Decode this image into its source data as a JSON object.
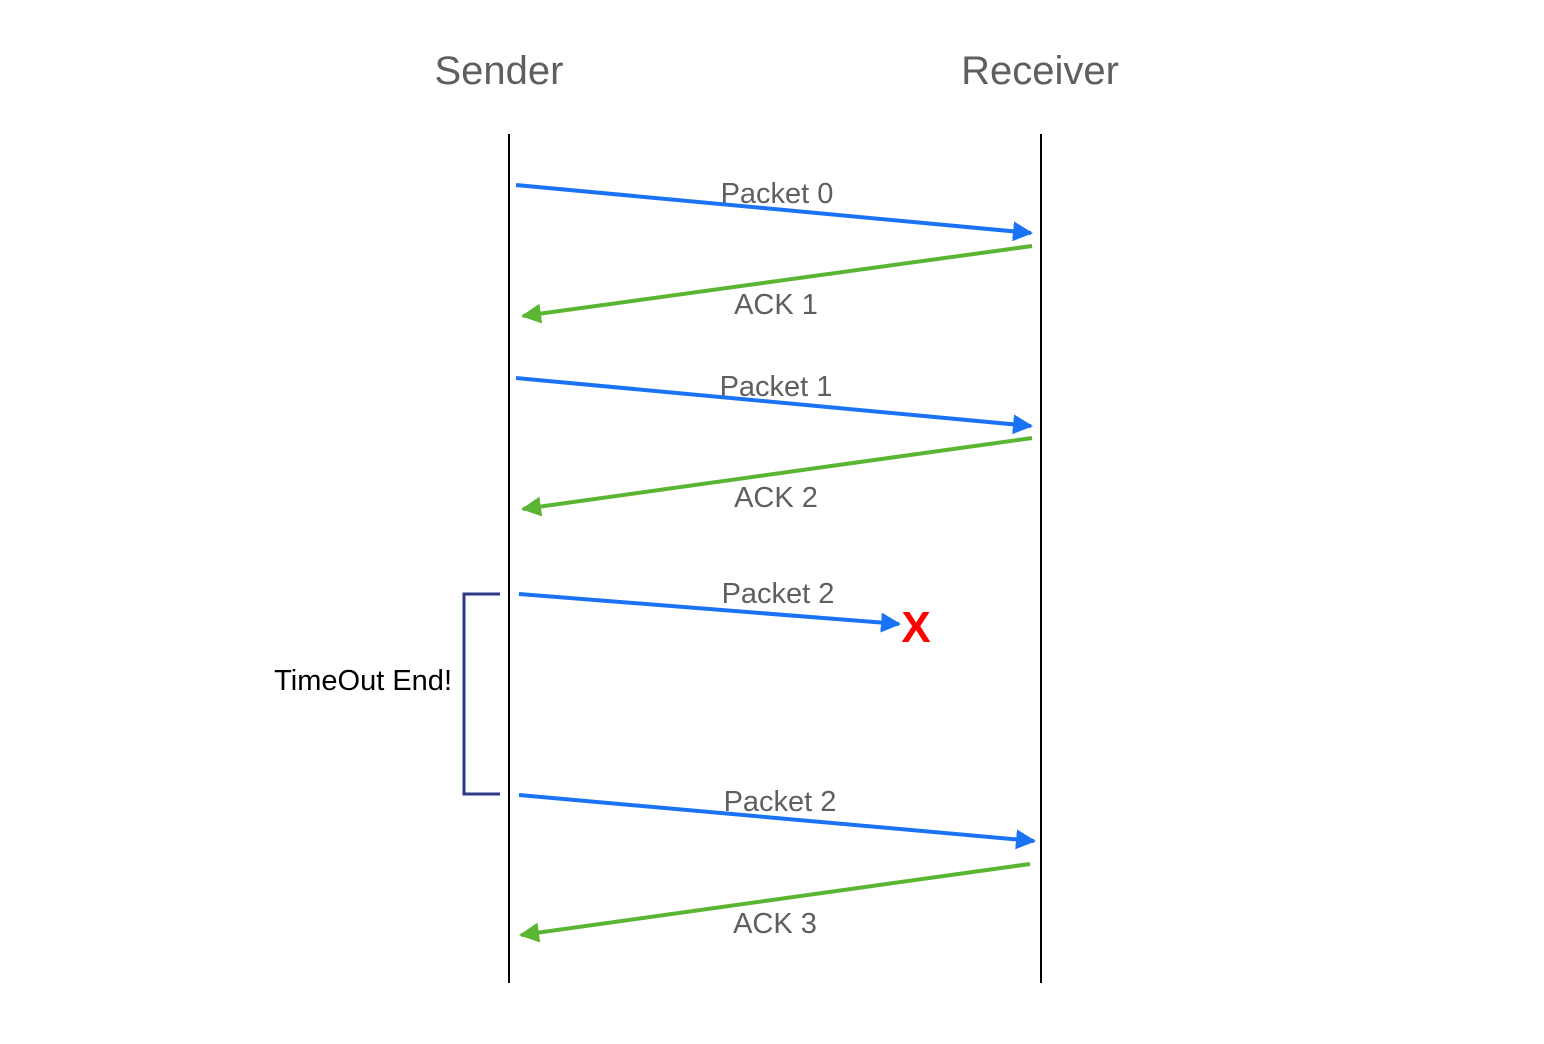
{
  "actors": {
    "sender": "Sender",
    "receiver": "Receiver"
  },
  "messages": {
    "m0": "Packet 0",
    "m1": "ACK 1",
    "m2": "Packet 1",
    "m3": "ACK 2",
    "m4": "Packet 2",
    "m5": "Packet 2",
    "m6": "ACK 3"
  },
  "timeout": {
    "label": "TimeOut End!"
  },
  "lost": {
    "mark": "X"
  },
  "colors": {
    "packet": "#1a73f5",
    "ack": "#5ab533",
    "lifeline": "#000000",
    "bracket": "#2e3a87",
    "lost": "#ff0000"
  }
}
